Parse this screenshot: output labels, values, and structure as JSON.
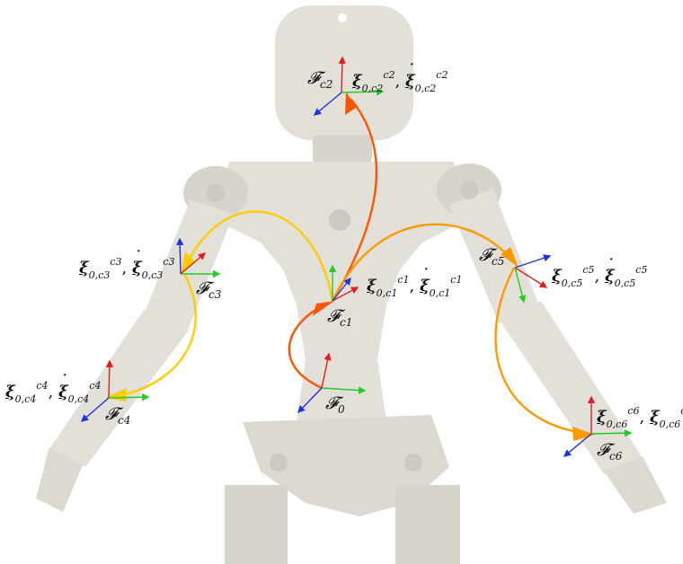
{
  "frames": [
    {
      "id": "F0",
      "label": "𝓕",
      "label_sub": "0",
      "vector_sup": "",
      "vector_sub": ""
    },
    {
      "id": "Fc1",
      "label": "𝓕",
      "label_sub": "c1",
      "vector": "ξ",
      "vector_sup": "c1",
      "vector_sub": "0,c1"
    },
    {
      "id": "Fc2",
      "label": "𝓕",
      "label_sub": "c2",
      "vector": "ξ",
      "vector_sup": "c2",
      "vector_sub": "0,c2"
    },
    {
      "id": "Fc3",
      "label": "𝓕",
      "label_sub": "c3",
      "vector": "ξ",
      "vector_sup": "c3",
      "vector_sub": "0,c3"
    },
    {
      "id": "Fc4",
      "label": "𝓕",
      "label_sub": "c4",
      "vector": "ξ",
      "vector_sup": "c4",
      "vector_sub": "0,c4"
    },
    {
      "id": "Fc5",
      "label": "𝓕",
      "label_sub": "c5",
      "vector": "ξ",
      "vector_sup": "c5",
      "vector_sub": "0,c5"
    },
    {
      "id": "Fc6",
      "label": "𝓕",
      "label_sub": "c6",
      "vector": "ξ",
      "vector_sup": "c6",
      "vector_sub": "0,c6"
    }
  ],
  "colors": {
    "axis_x": "#22cc22",
    "axis_y": "#e02020",
    "axis_z": "#2233dd",
    "link_c1": "#ff5500",
    "link_c2": "#ff5500",
    "link_c3": "#ffcc00",
    "link_c4": "#ffcc00",
    "link_c5": "#ff9900",
    "link_c6": "#ff9900",
    "robot_fill": "#dddbd2",
    "robot_dark": "#c9c6bb"
  },
  "icons": {
    "background": "humanoid-robot-silhouette"
  }
}
